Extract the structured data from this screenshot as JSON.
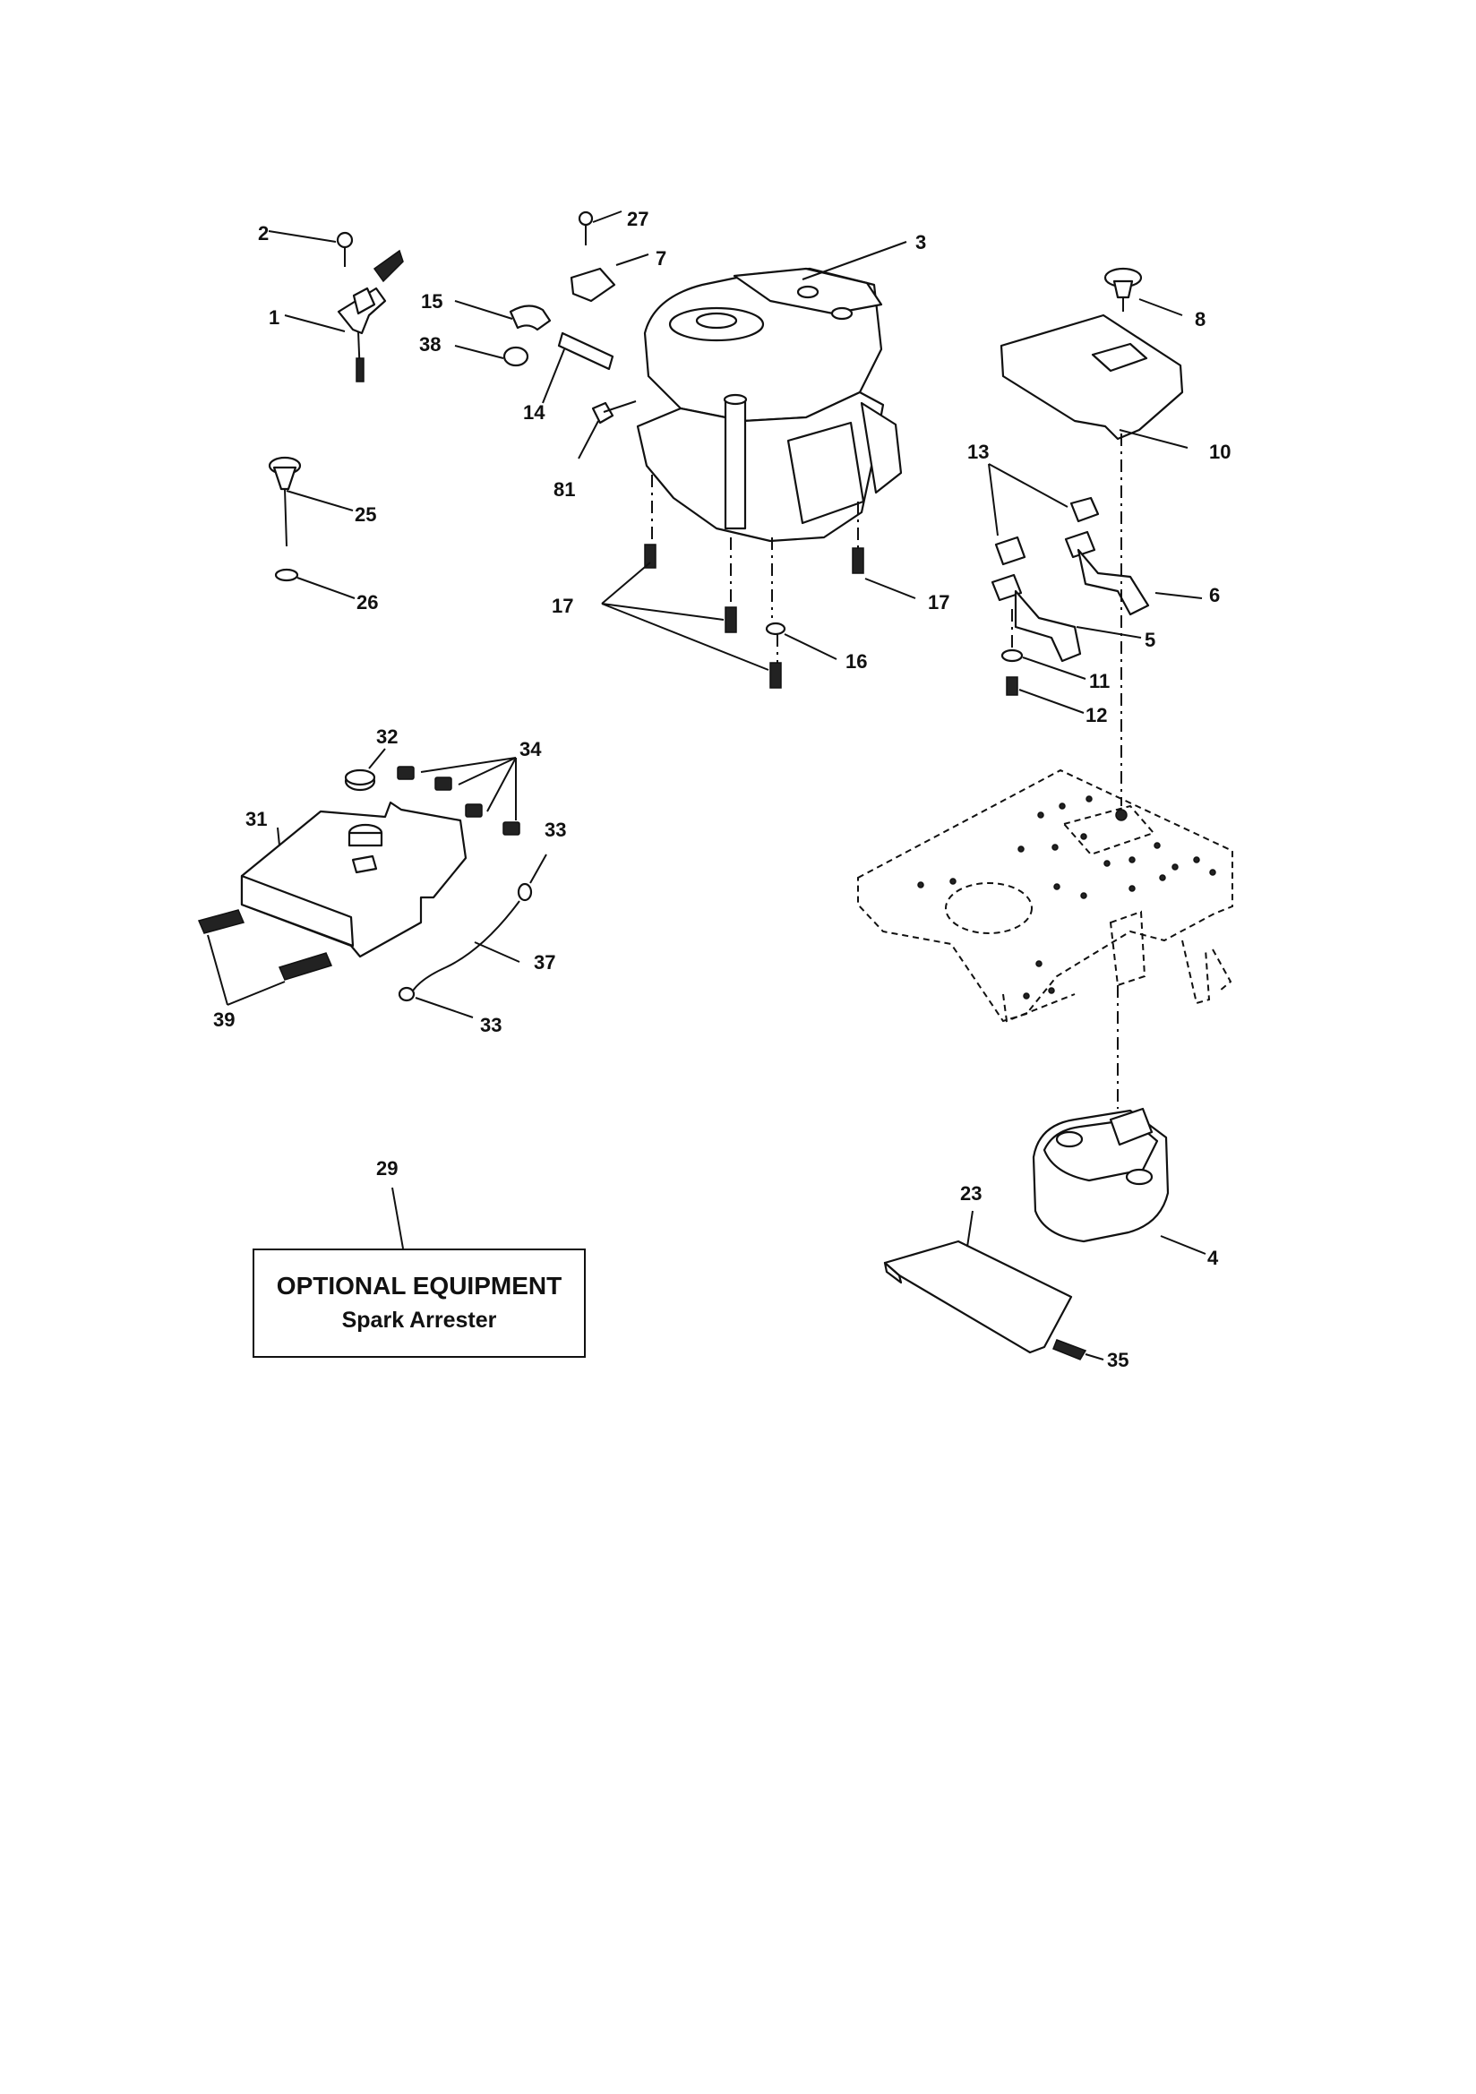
{
  "optional_box": {
    "title": "OPTIONAL EQUIPMENT",
    "subtitle": "Spark Arrester"
  },
  "callouts": {
    "c1": "1",
    "c2": "2",
    "c3": "3",
    "c4": "4",
    "c5": "5",
    "c6": "6",
    "c7": "7",
    "c8": "8",
    "c10": "10",
    "c11": "11",
    "c12": "12",
    "c13": "13",
    "c14": "14",
    "c15": "15",
    "c16": "16",
    "c17a": "17",
    "c17b": "17",
    "c23": "23",
    "c25": "25",
    "c26": "26",
    "c27": "27",
    "c29": "29",
    "c31": "31",
    "c32": "32",
    "c33a": "33",
    "c33b": "33",
    "c34": "34",
    "c35": "35",
    "c37": "37",
    "c38": "38",
    "c39": "39",
    "c81": "81"
  }
}
